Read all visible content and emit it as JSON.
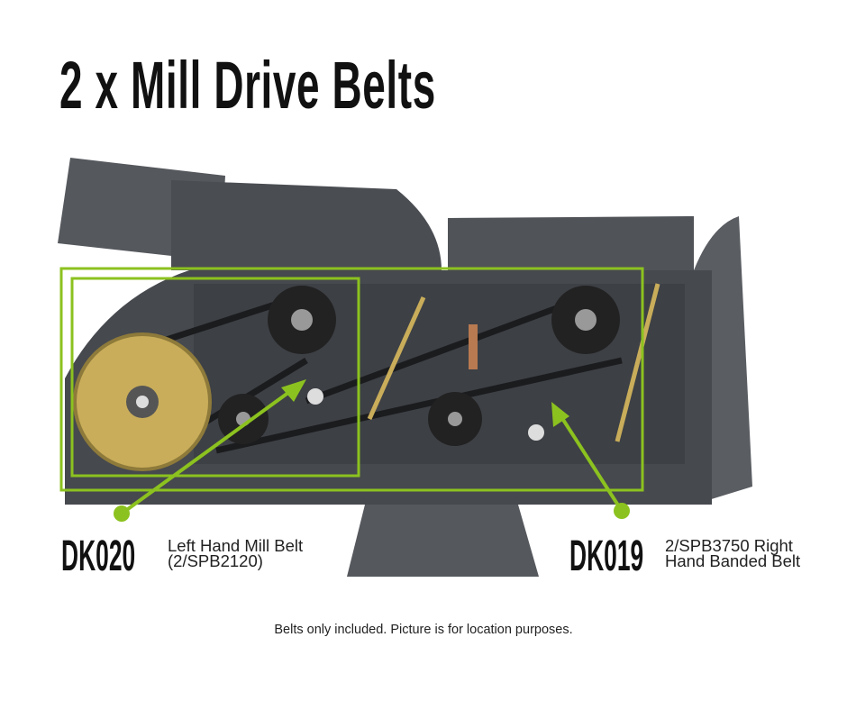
{
  "title": "2 x Mill Drive Belts",
  "colors": {
    "highlight": "#8cc21f",
    "body": "#4d5055",
    "pulley_gold": "#c9ad5a"
  },
  "callouts": [
    {
      "code": "DK020",
      "line1": "Left Hand Mill Belt",
      "line2": "(2/SPB2120)"
    },
    {
      "code": "DK019",
      "line1": "2/SPB3750 Right",
      "line2": "Hand Banded Belt"
    }
  ],
  "footer": "Belts only included. Picture is for location purposes."
}
